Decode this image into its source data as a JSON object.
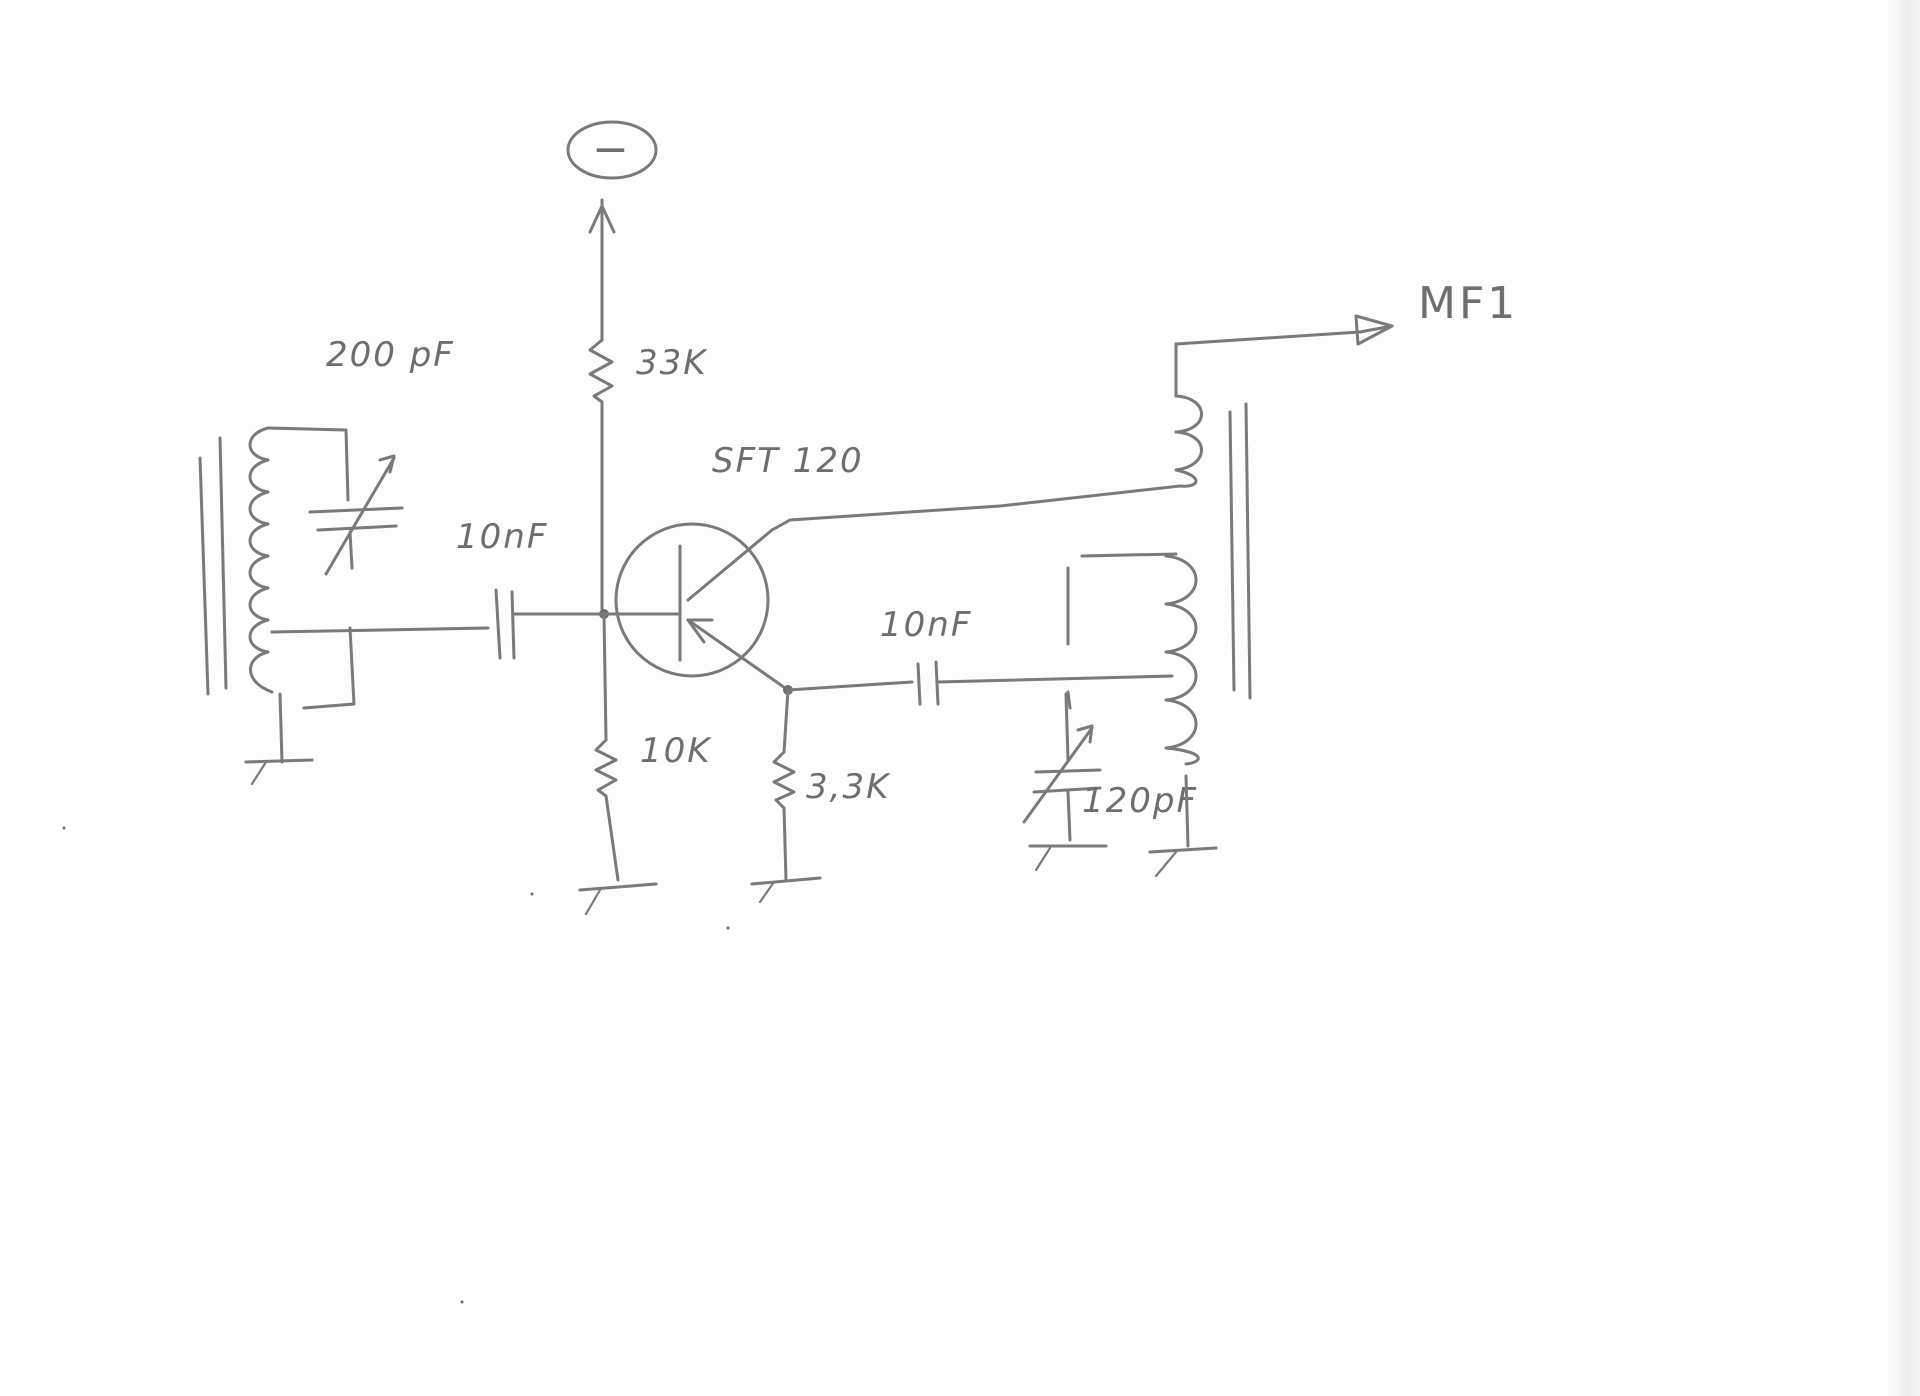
{
  "supply": {
    "symbol": "−"
  },
  "labels": {
    "input_cap": "200 pF",
    "bias_top": "33K",
    "bias_bottom": "10K",
    "coupling_in": "10nF",
    "transistor": "SFT 120",
    "coupling_out": "10nF",
    "emitter": "3,3K",
    "output_trim": "120pF",
    "output": "MF1"
  },
  "colors": {
    "pencil": "#7a7a7a",
    "paper": "#fdfdfd"
  }
}
